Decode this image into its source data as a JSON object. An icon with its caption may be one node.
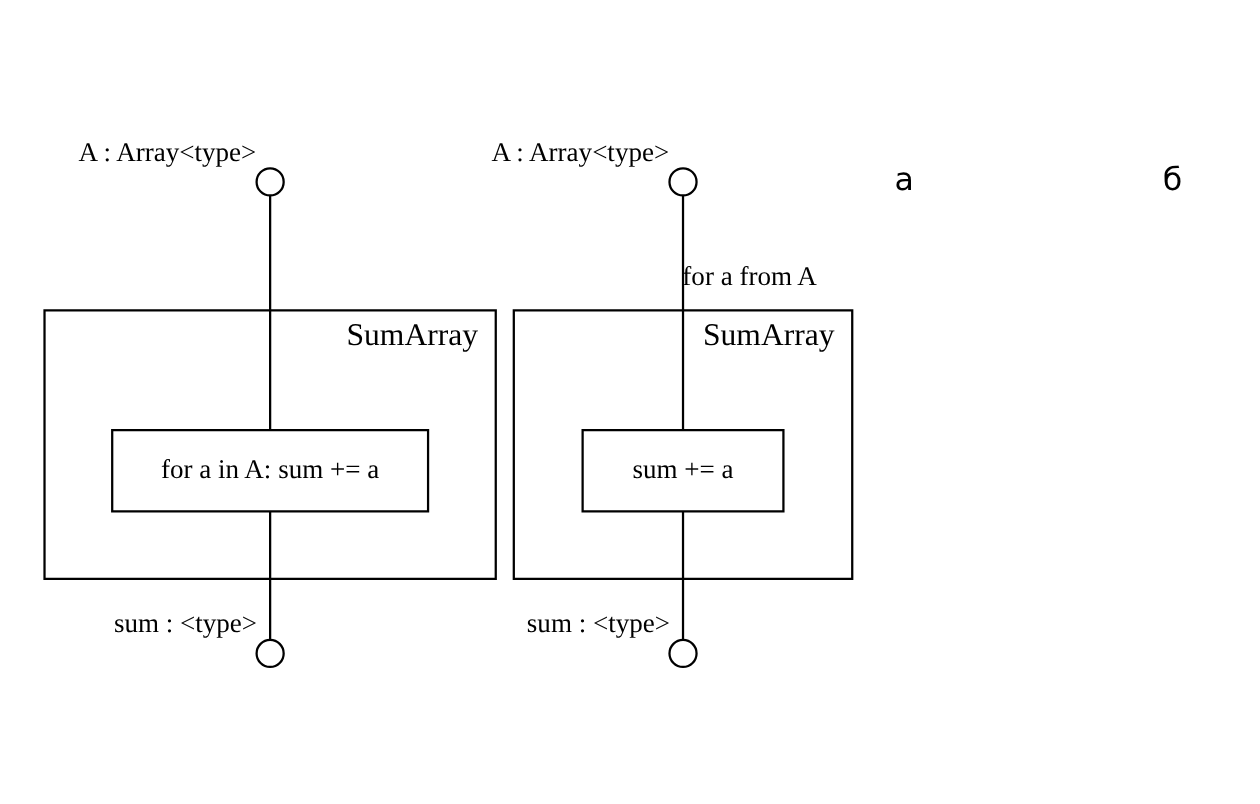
{
  "diagram": {
    "nodes": [
      {
        "text": [
          "SumArray"
        ]
      },
      {
        "text": [],
        "shape": "circle",
        "beside": [
          "A : Array<type>"
        ]
      },
      {
        "text": [
          "for a in A: sum += a"
        ],
        "in": 0
      },
      {
        "text": [],
        "shape": "circle",
        "beside": [
          "sum : <type>"
        ]
      },
      {
        "text": [
          "SumArray"
        ]
      },
      {
        "text": [],
        "shape": "circle",
        "beside": [
          "A : Array<type>"
        ]
      },
      {
        "text": [
          "sum += a"
        ],
        "in": 4
      },
      {
        "text": [],
        "shape": "circle",
        "beside": [
          "sum : <type>"
        ]
      }
    ],
    "edges": [
      {
        "from": 1,
        "to": 2,
        "arrow": "none"
      },
      {
        "from": 2,
        "to": 3,
        "arrow": "none"
      },
      {
        "from": 5,
        "to": 6,
        "arrow": "none",
        "label": "for a from A"
      },
      {
        "from": 6,
        "to": 7,
        "arrow": "none"
      }
    ],
    "labels": [
      "а",
      "б"
    ]
  }
}
